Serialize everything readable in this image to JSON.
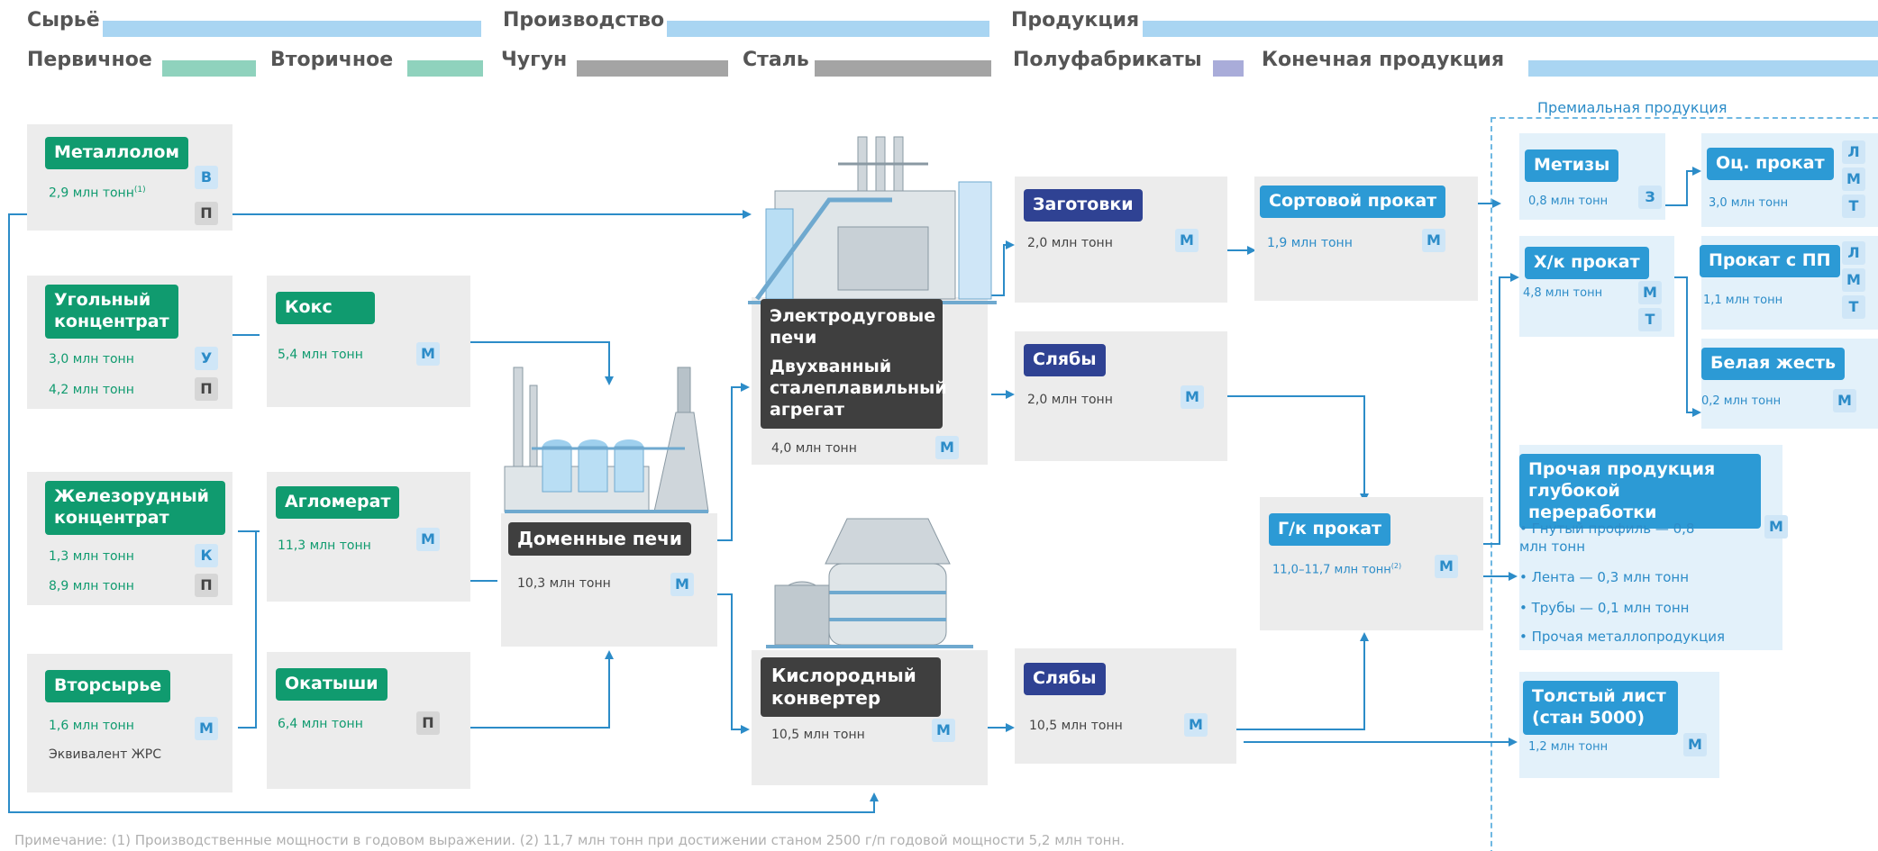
{
  "headers": {
    "raw": "Сырьё",
    "production": "Производство",
    "products": "Продукция",
    "primary": "Первичное",
    "secondary": "Вторичное",
    "pig_iron": "Чугун",
    "steel": "Сталь",
    "semi": "Полуфабрикаты",
    "final": "Конечная продукция"
  },
  "colors": {
    "light_blue": "#a9d5f2",
    "green": "#109b6f",
    "gray": "#a4a4a4",
    "navy": "#2f4293",
    "blue": "#2c9ad5",
    "dark": "#3f3f3f"
  },
  "premium_label": "Премиальная продукция",
  "scrap": {
    "label": "Металлолом",
    "value": "2,9 млн тонн",
    "sup": "(1)",
    "tags": [
      "В",
      "П"
    ]
  },
  "coal": {
    "label": "Угольный концентрат",
    "value1": "3,0 млн тонн",
    "tag1": "У",
    "value2": "4,2 млн тонн",
    "tag2": "П"
  },
  "ore": {
    "label": "Железорудный концентрат",
    "value1": "1,3 млн тонн",
    "tag1": "К",
    "value2": "8,9 млн тонн",
    "tag2": "П"
  },
  "recycled": {
    "label": "Вторсырье",
    "value": "1,6 млн тонн",
    "tag": "М",
    "note": "Эквивалент ЖРС"
  },
  "coke": {
    "label": "Кокс",
    "value": "5,4 млн тонн",
    "tag": "М"
  },
  "sinter": {
    "label": "Агломерат",
    "value": "11,3 млн тонн",
    "tag": "М"
  },
  "pellets": {
    "label": "Окатыши",
    "value": "6,4 млн тонн",
    "tag": "П"
  },
  "blast": {
    "label": "Доменные печи",
    "value": "10,3 млн тонн",
    "tag": "М",
    "icon": "blast-furnace-icon"
  },
  "eaf": {
    "label1": "Электродуговые печи",
    "label2": "Двухванный сталеплавильный агрегат",
    "value": "4,0 млн тонн",
    "tag": "М",
    "icon": "electric-arc-furnace-icon"
  },
  "bof": {
    "label": "Кислородный конвертер",
    "value": "10,5 млн тонн",
    "tag": "М",
    "icon": "oxygen-converter-icon"
  },
  "billets": {
    "label": "Заготовки",
    "value": "2,0 млн тонн",
    "tag": "М"
  },
  "slabs1": {
    "label": "Слябы",
    "value": "2,0 млн тонн",
    "tag": "М"
  },
  "slabs2": {
    "label": "Слябы",
    "value": "10,5 млн тонн",
    "tag": "М"
  },
  "long": {
    "label": "Сортовой прокат",
    "value": "1,9 млн тонн",
    "tag": "М"
  },
  "hot": {
    "label": "Г/к прокат",
    "value": "11,0–11,7 млн тонн",
    "sup": "(2)",
    "tag": "М"
  },
  "hardware": {
    "label": "Метизы",
    "value": "0,8 млн тонн",
    "tag": "З"
  },
  "cold": {
    "label": "Х/к прокат",
    "value": "4,8 млн тонн",
    "tags": [
      "М",
      "Т"
    ]
  },
  "galv": {
    "label": "Оц. прокат",
    "value": "3,0 млн тонн",
    "tags": [
      "Л",
      "М",
      "Т"
    ]
  },
  "coated": {
    "label": "Прокат с ПП",
    "value": "1,1 млн тонн",
    "tags": [
      "Л",
      "М",
      "Т"
    ]
  },
  "tin": {
    "label": "Белая жесть",
    "value": "0,2 млн тонн",
    "tag": "М"
  },
  "deep": {
    "label": "Прочая продукция глубокой переработки",
    "tag": "М",
    "items": [
      "Гнутый профиль — 0,8 млн тонн",
      "Лента — 0,3 млн тонн",
      "Трубы — 0,1 млн тонн",
      "Прочая металлопродукция"
    ]
  },
  "plate": {
    "label": "Толстый лист (стан 5000)",
    "value": "1,2 млн тонн",
    "tag": "М"
  },
  "note": "Примечание: (1) Производственные мощности в годовом выражении. (2) 11,7 млн тонн при достижении станом 2500 г/п годовой мощности 5,2 млн тонн."
}
